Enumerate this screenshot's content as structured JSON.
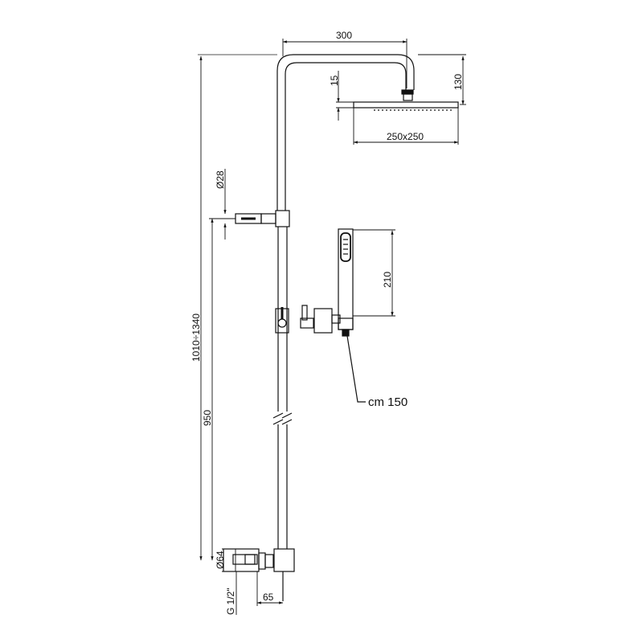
{
  "drawing": {
    "title": "Shower column technical drawing",
    "stroke_color": "#111111",
    "background": "#ffffff"
  },
  "dimensions": {
    "arm_length": "300",
    "head_height": "130",
    "head_thickness": "15",
    "head_size": "250x250",
    "wall_bracket_diameter": "Ø28",
    "hand_shower_length": "210",
    "hose_length": "cm 150",
    "total_height": "1010÷1340",
    "bracket_distance": "950",
    "inlet_diameter": "Ø64",
    "inlet_thread": "G 1/2\"",
    "inlet_offset": "65"
  },
  "components": [
    {
      "name": "overhead-shower-arm"
    },
    {
      "name": "square-shower-head"
    },
    {
      "name": "vertical-riser-pipe"
    },
    {
      "name": "wall-bracket"
    },
    {
      "name": "hand-shower"
    },
    {
      "name": "hand-shower-holder"
    },
    {
      "name": "diverter-inlet"
    }
  ]
}
